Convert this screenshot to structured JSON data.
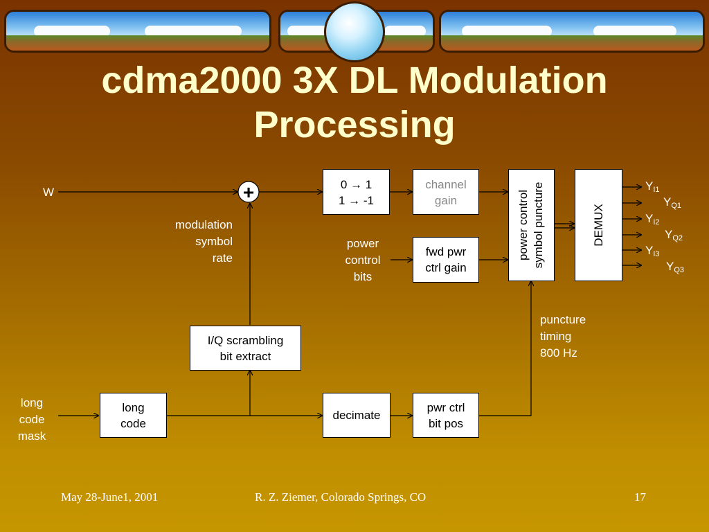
{
  "slide": {
    "title_line1": "cdma2000 3X DL Modulation",
    "title_line2": "Processing"
  },
  "diagram": {
    "input_w": "W",
    "sum_symbol": "+",
    "mod_rate": [
      "modulation",
      "symbol",
      "rate"
    ],
    "map_box": [
      "0 → 1",
      "1 → -1"
    ],
    "channel_gain": [
      "channel",
      "gain"
    ],
    "power_control_bits": [
      "power",
      "control",
      "bits"
    ],
    "fwd_pwr": [
      "fwd pwr",
      "ctrl gain"
    ],
    "puncture_box": [
      "power control",
      "symbol puncture"
    ],
    "demux": "DEMUX",
    "outputs": [
      {
        "base": "Y",
        "sub": "I1"
      },
      {
        "base": "Y",
        "sub": "Q1"
      },
      {
        "base": "Y",
        "sub": "I2"
      },
      {
        "base": "Y",
        "sub": "Q2"
      },
      {
        "base": "Y",
        "sub": "I3"
      },
      {
        "base": "Y",
        "sub": "Q3"
      }
    ],
    "puncture_timing": [
      "puncture",
      "timing",
      "800 Hz"
    ],
    "iq_scrambling": [
      "I/Q scrambling",
      "bit extract"
    ],
    "long_code_mask": [
      "long",
      "code",
      "mask"
    ],
    "long_code": [
      "long",
      "code"
    ],
    "decimate": "decimate",
    "pwr_ctrl_bit_pos": [
      "pwr ctrl",
      "bit pos"
    ]
  },
  "footer": {
    "date": "May 28-June1, 2001",
    "author": "R. Z. Ziemer, Colorado Springs, CO",
    "page": "17"
  },
  "colors": {
    "title": "#ffffcc",
    "label": "#ffffff",
    "gray_text": "#888888"
  }
}
